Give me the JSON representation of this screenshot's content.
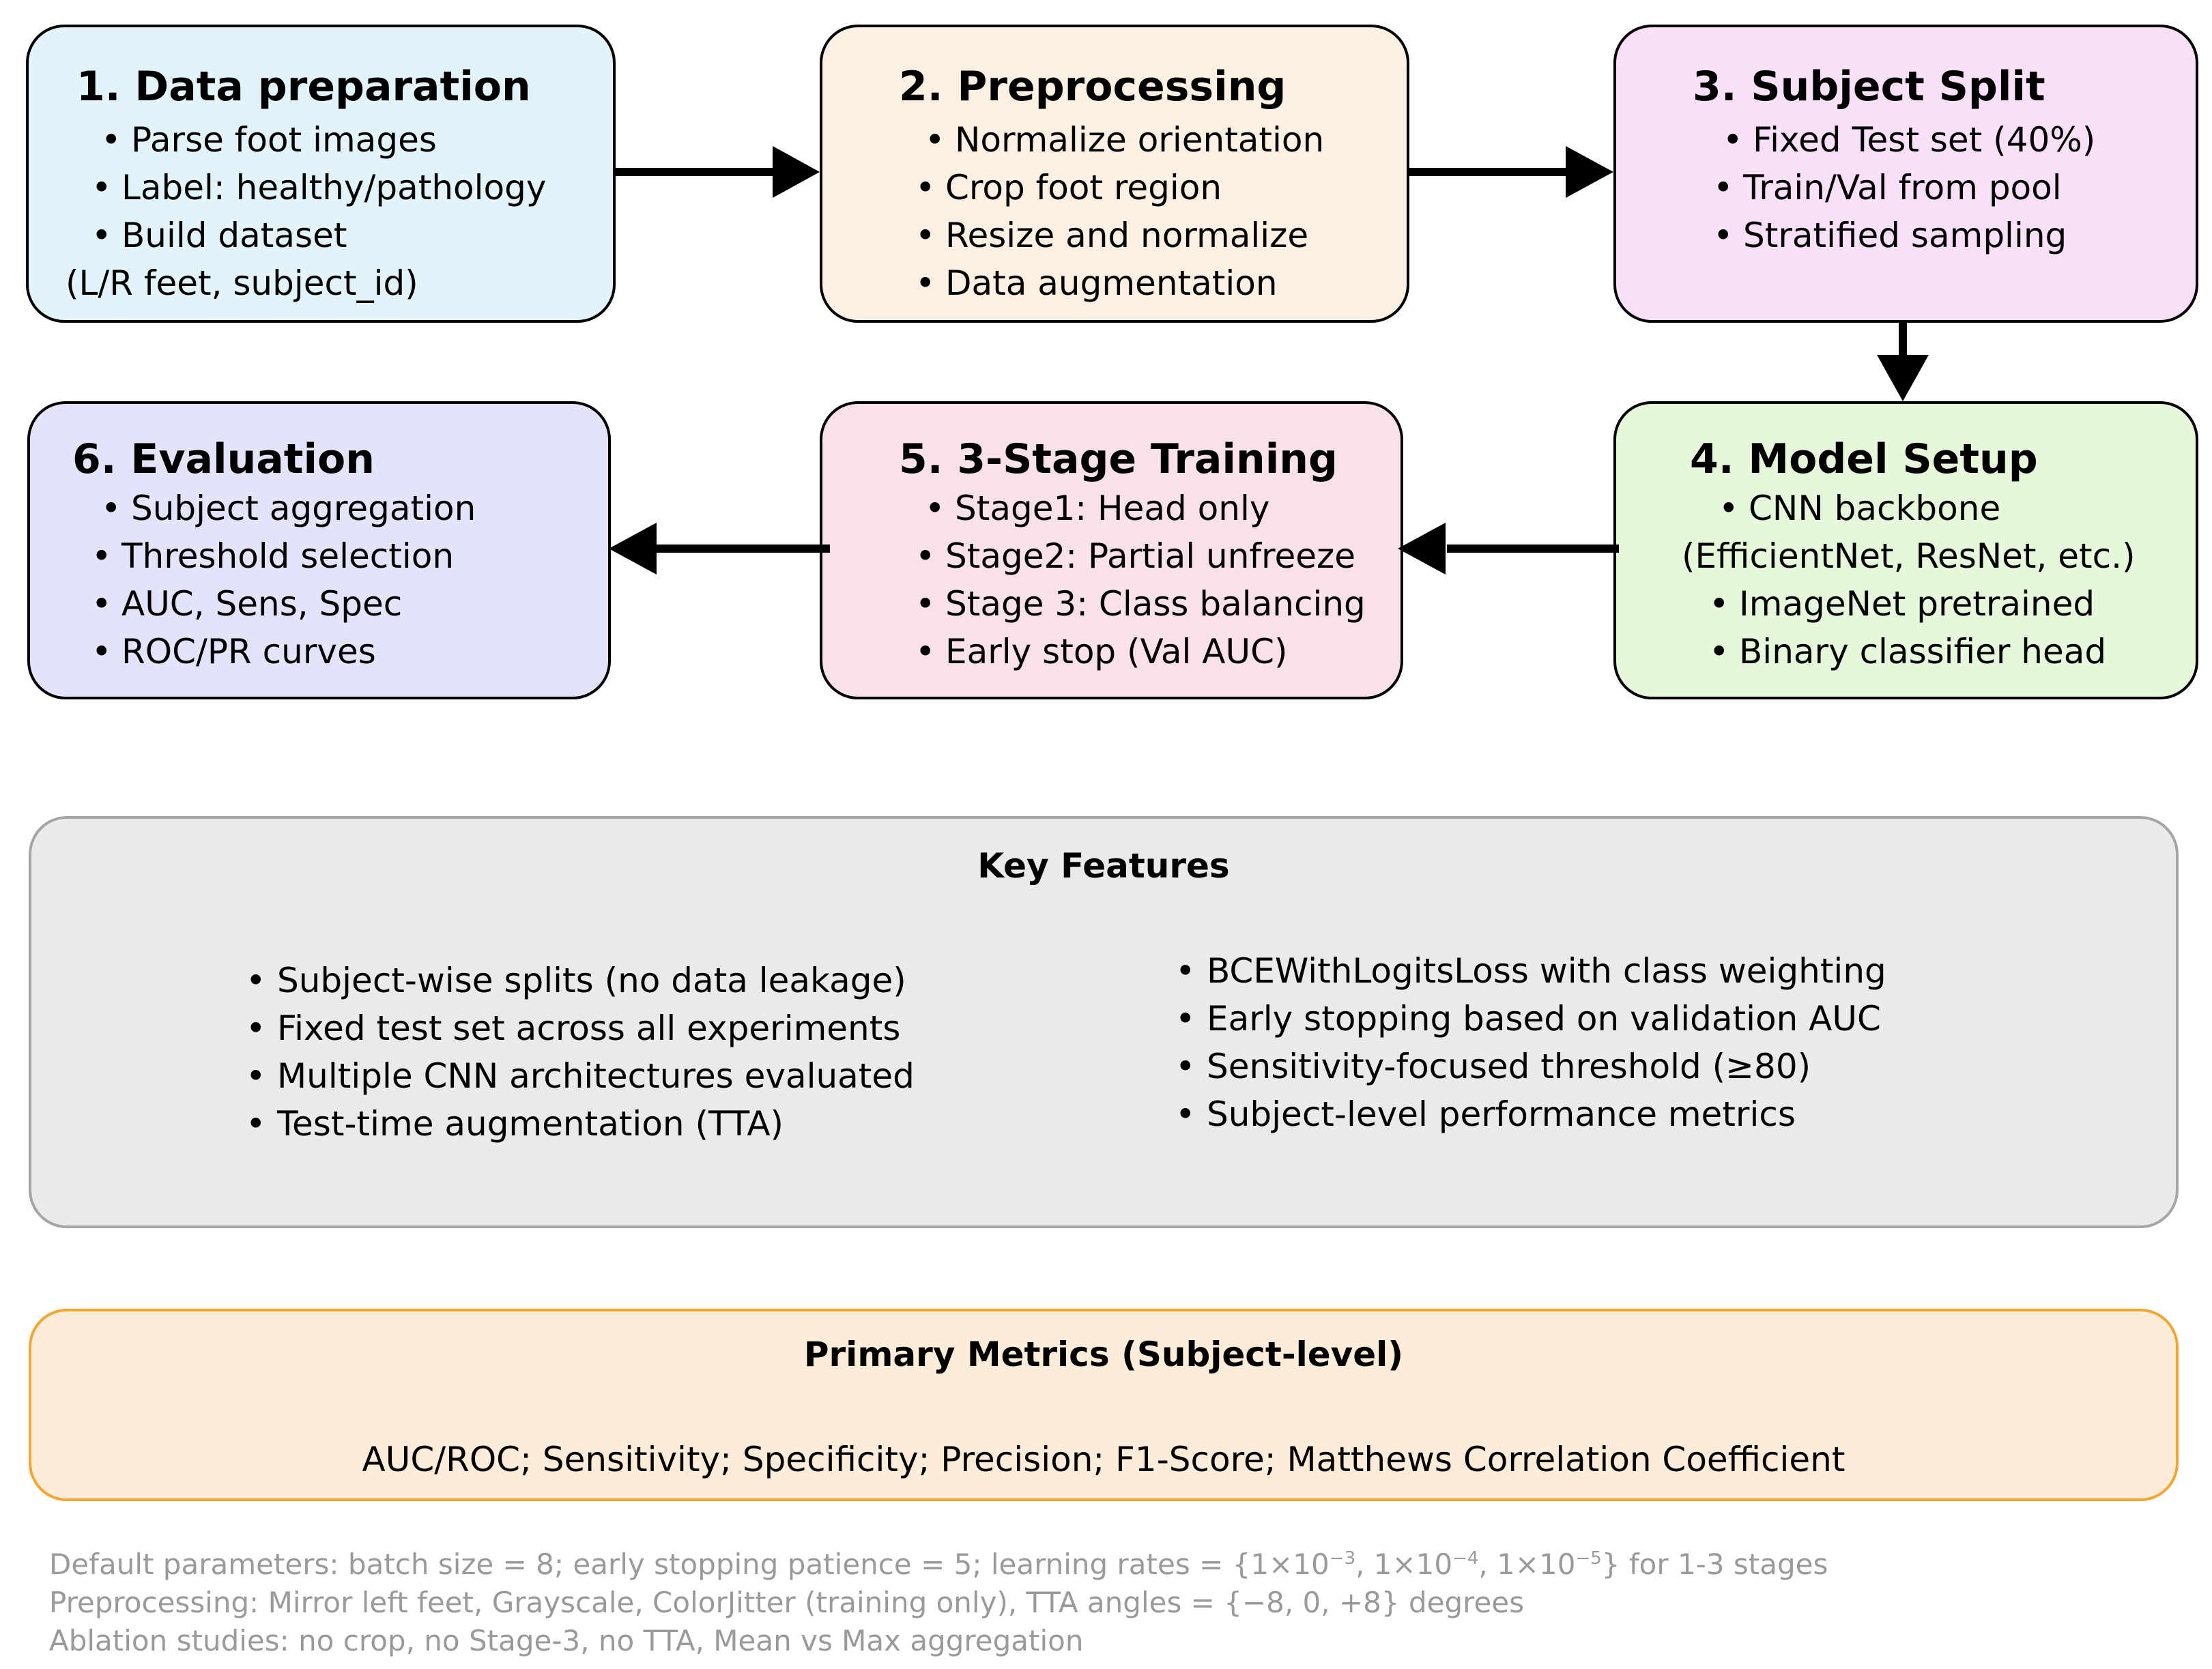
{
  "colors": {
    "box1": "#e2f4f9",
    "box2": "#fbf0e1",
    "box3": "#f8e1f8",
    "box4": "#e6f7dc",
    "box5": "#f9e1e8",
    "box6": "#e3e4f9",
    "features_bg": "#ebe9ea",
    "features_border": "#a5a5a5",
    "metrics_bg": "#fcecd8",
    "metrics_border": "#f5a631",
    "note_text": "#9a9a9a"
  },
  "boxes": [
    {
      "title": "1. Data preparation",
      "items": [
        "Parse foot images",
        "Label: healthy/pathology",
        "Build dataset"
      ],
      "extra": "(L/R feet, subject_id)"
    },
    {
      "title": "2. Preprocessing",
      "items": [
        "Normalize orientation",
        "Crop foot region",
        "Resize and normalize",
        "Data augmentation"
      ]
    },
    {
      "title": "3. Subject Split",
      "items": [
        "Fixed Test set (40%)",
        "Train/Val from pool",
        "Stratified sampling"
      ]
    },
    {
      "title": "4. Model Setup",
      "items": [
        "CNN backbone",
        "ImageNet pretrained",
        "Binary classifier head"
      ],
      "extra": "(EfficientNet, ResNet, etc.)"
    },
    {
      "title": "5. 3-Stage Training",
      "items": [
        "Stage1: Head only",
        "Stage2: Partial unfreeze",
        "Stage 3: Class balancing",
        "Early stop (Val AUC)"
      ]
    },
    {
      "title": "6. Evaluation",
      "items": [
        "Subject aggregation",
        "Threshold selection",
        "AUC, Sens, Spec",
        "ROC/PR curves"
      ]
    }
  ],
  "key_features": {
    "title": "Key Features",
    "left": [
      "Subject-wise splits (no data leakage)",
      "Fixed test set across all experiments",
      "Multiple CNN architectures evaluated",
      "Test-time augmentation (TTA)"
    ],
    "right": [
      "BCEWithLogitsLoss with class weighting",
      "Early stopping based on validation AUC",
      "Sensitivity-focused threshold (≥80)",
      "Subject-level performance metrics"
    ]
  },
  "primary_metrics": {
    "title": "Primary Metrics (Subject-level)",
    "text": "AUC/ROC; Sensitivity; Specificity; Precision; F1-Score; Matthews Correlation Coefficient"
  },
  "notes": {
    "line1_a": "Default parameters: batch size = 8; early stopping patience = 5; learning rates = {1×10",
    "line1_e1": "−3",
    "line1_b": ", 1×10",
    "line1_e2": "−4",
    "line1_c": ", 1×10",
    "line1_e3": "−5",
    "line1_d": "} for 1-3 stages",
    "line2": "Preprocessing: Mirror left feet, Grayscale, ColorJitter (training only), TTA angles = {−8, 0, +8} degrees",
    "line3": "Ablation studies: no crop, no Stage-3, no TTA, Mean vs Max aggregation"
  }
}
